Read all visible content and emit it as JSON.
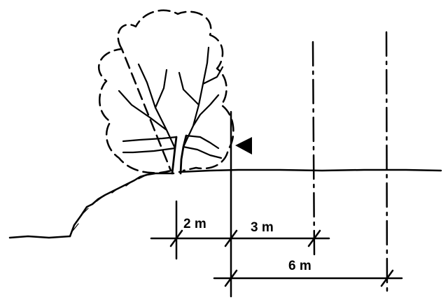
{
  "dimensions": {
    "left_offset": "2 m",
    "right_offset_1": "3 m",
    "right_offset_2": "6 m"
  },
  "colors": {
    "ink": "#000000",
    "background": "#ffffff"
  },
  "icons": {
    "marker": "triangle-left-marker-icon"
  }
}
